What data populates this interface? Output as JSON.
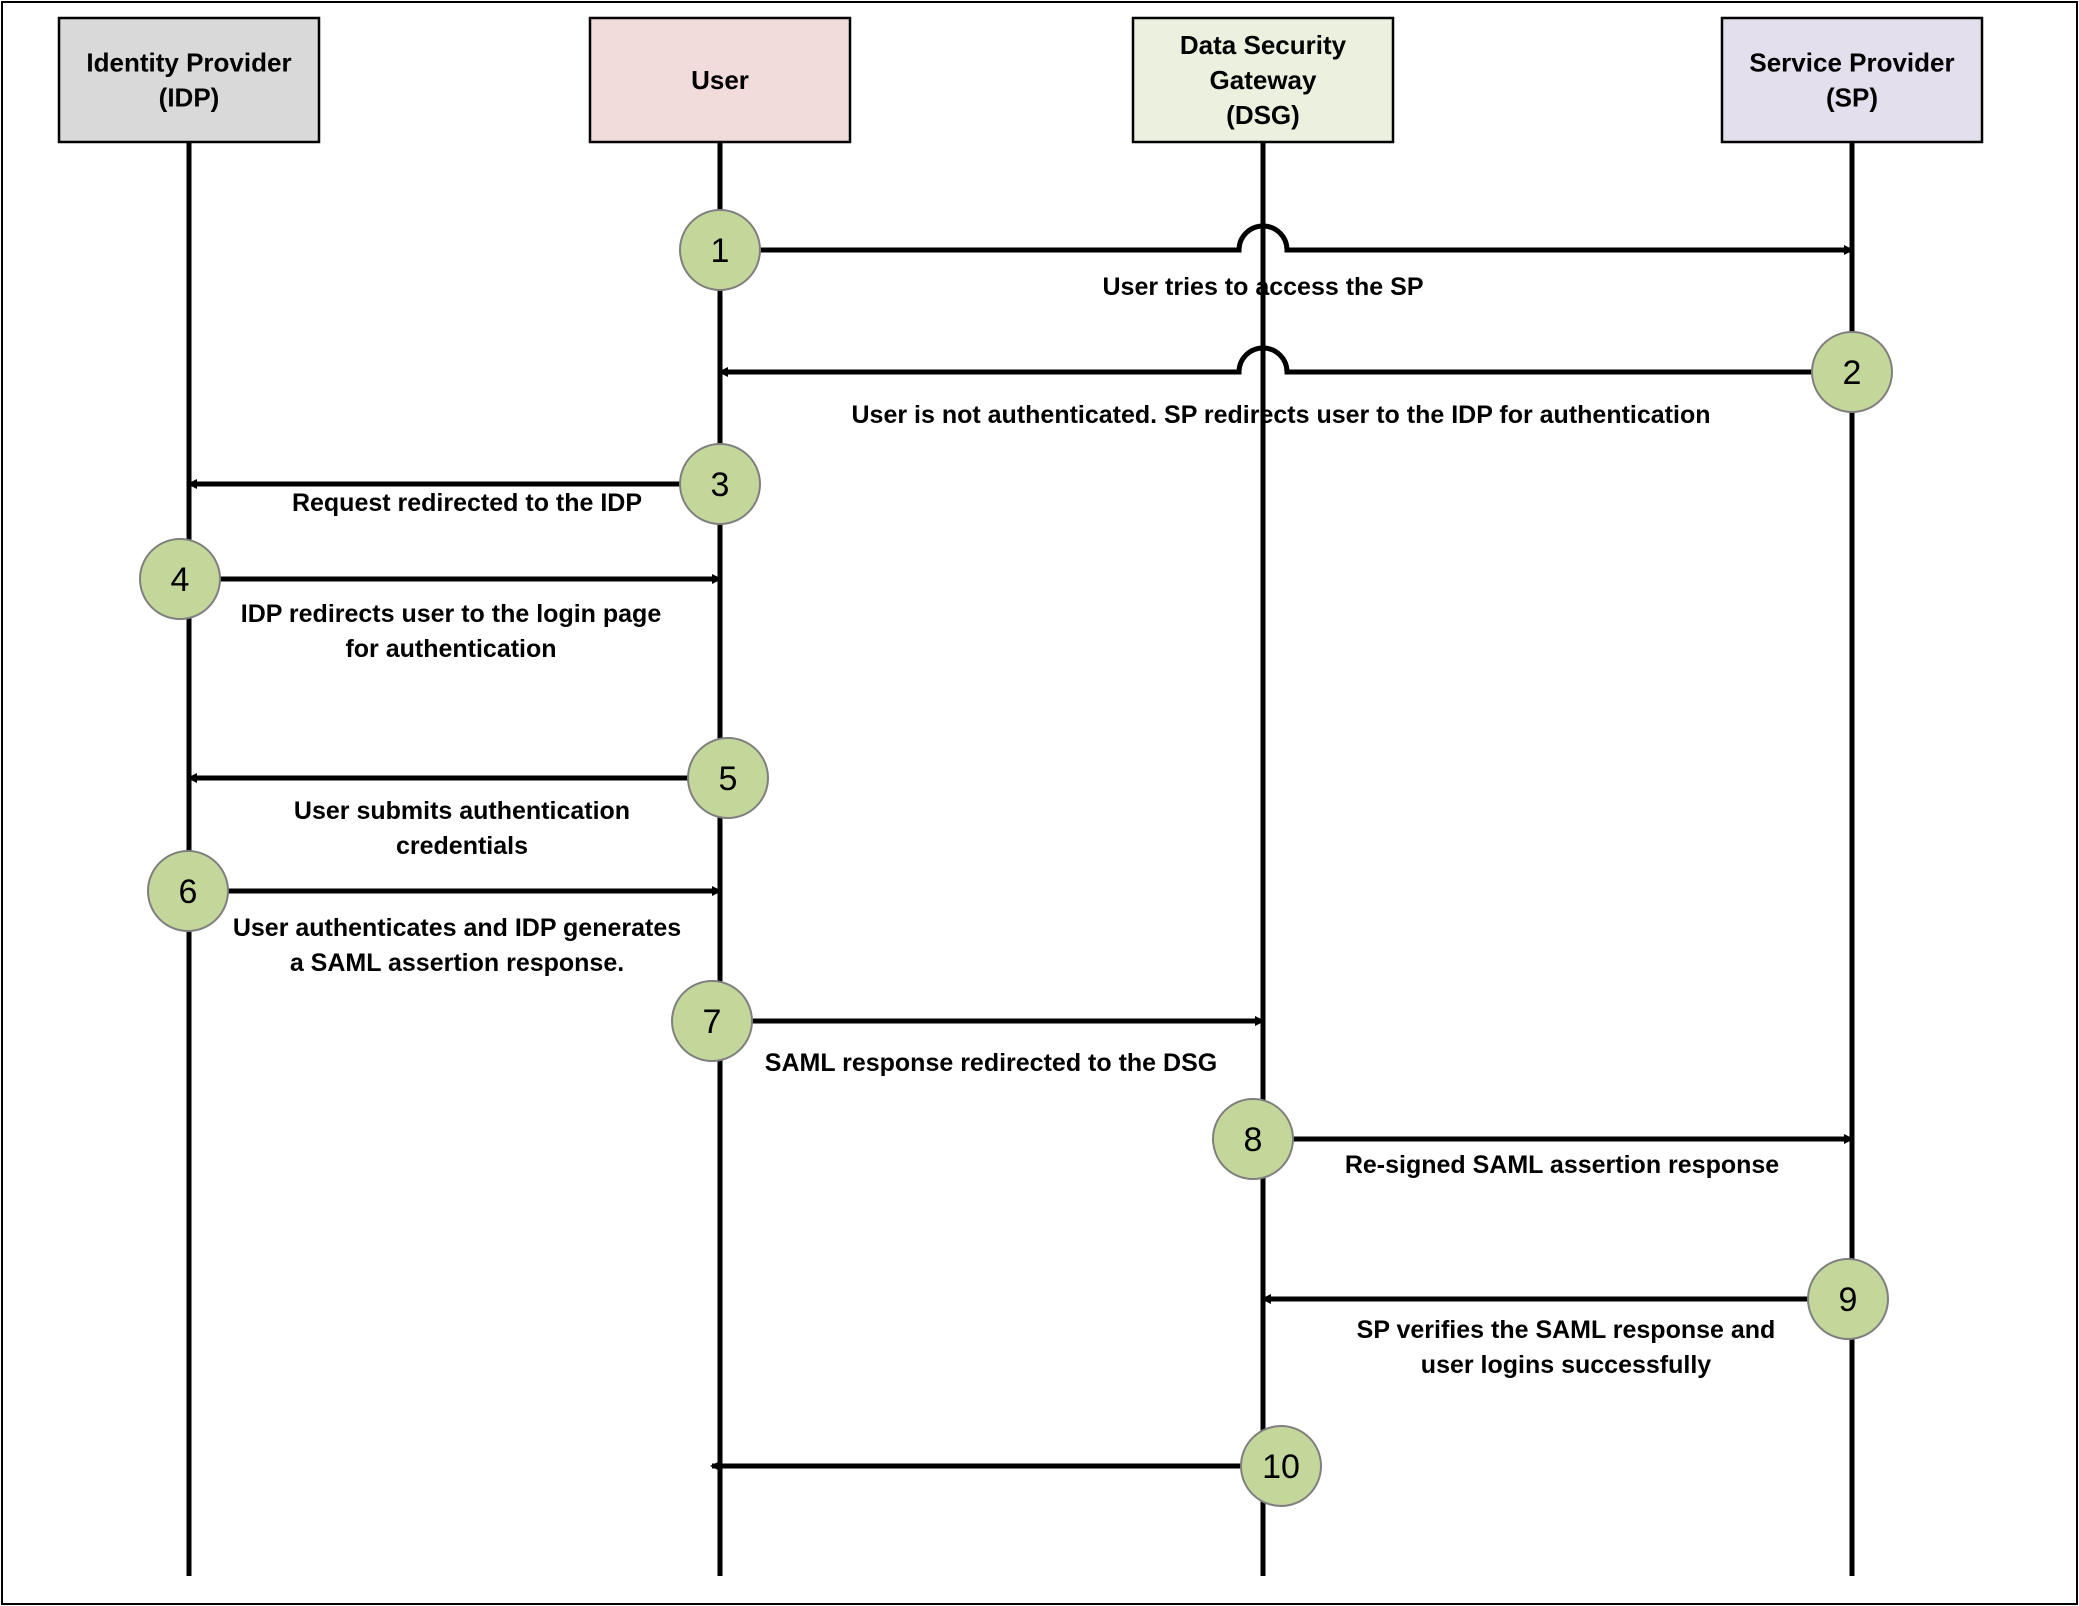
{
  "actors": [
    {
      "id": "idp",
      "lines": [
        "Identity Provider",
        "(IDP)"
      ],
      "fill": "#d9d9d9"
    },
    {
      "id": "user",
      "lines": [
        "User"
      ],
      "fill": "#f2dcdb"
    },
    {
      "id": "dsg",
      "lines": [
        "Data Security",
        "Gateway",
        "(DSG)"
      ],
      "fill": "#ebf1de"
    },
    {
      "id": "sp",
      "lines": [
        "Service Provider",
        "(SP)"
      ],
      "fill": "#e4dfec"
    }
  ],
  "steps": [
    {
      "num": "1",
      "from": "user",
      "to": "sp",
      "label": [
        "User tries to access the SP"
      ]
    },
    {
      "num": "2",
      "from": "sp",
      "to": "user",
      "label": [
        "User is not authenticated. SP redirects user to the IDP for authentication"
      ]
    },
    {
      "num": "3",
      "from": "user",
      "to": "idp",
      "label": [
        "Request redirected to the IDP"
      ]
    },
    {
      "num": "4",
      "from": "idp",
      "to": "user",
      "label": [
        "IDP redirects user to the login page",
        "for authentication"
      ]
    },
    {
      "num": "5",
      "from": "user",
      "to": "idp",
      "label": [
        "User submits authentication",
        "credentials"
      ]
    },
    {
      "num": "6",
      "from": "idp",
      "to": "user",
      "label": [
        "User authenticates and IDP generates",
        "a SAML assertion response."
      ]
    },
    {
      "num": "7",
      "from": "user",
      "to": "dsg",
      "label": [
        "SAML response redirected to the DSG"
      ]
    },
    {
      "num": "8",
      "from": "dsg",
      "to": "sp",
      "label": [
        "Re-signed SAML assertion response"
      ]
    },
    {
      "num": "9",
      "from": "sp",
      "to": "dsg",
      "label": [
        "SP verifies the SAML response and",
        "user logins successfully"
      ]
    },
    {
      "num": "10",
      "from": "dsg",
      "to": "user",
      "label": []
    }
  ],
  "colors": {
    "step_circle": "#c4d79b",
    "line": "#000000"
  }
}
